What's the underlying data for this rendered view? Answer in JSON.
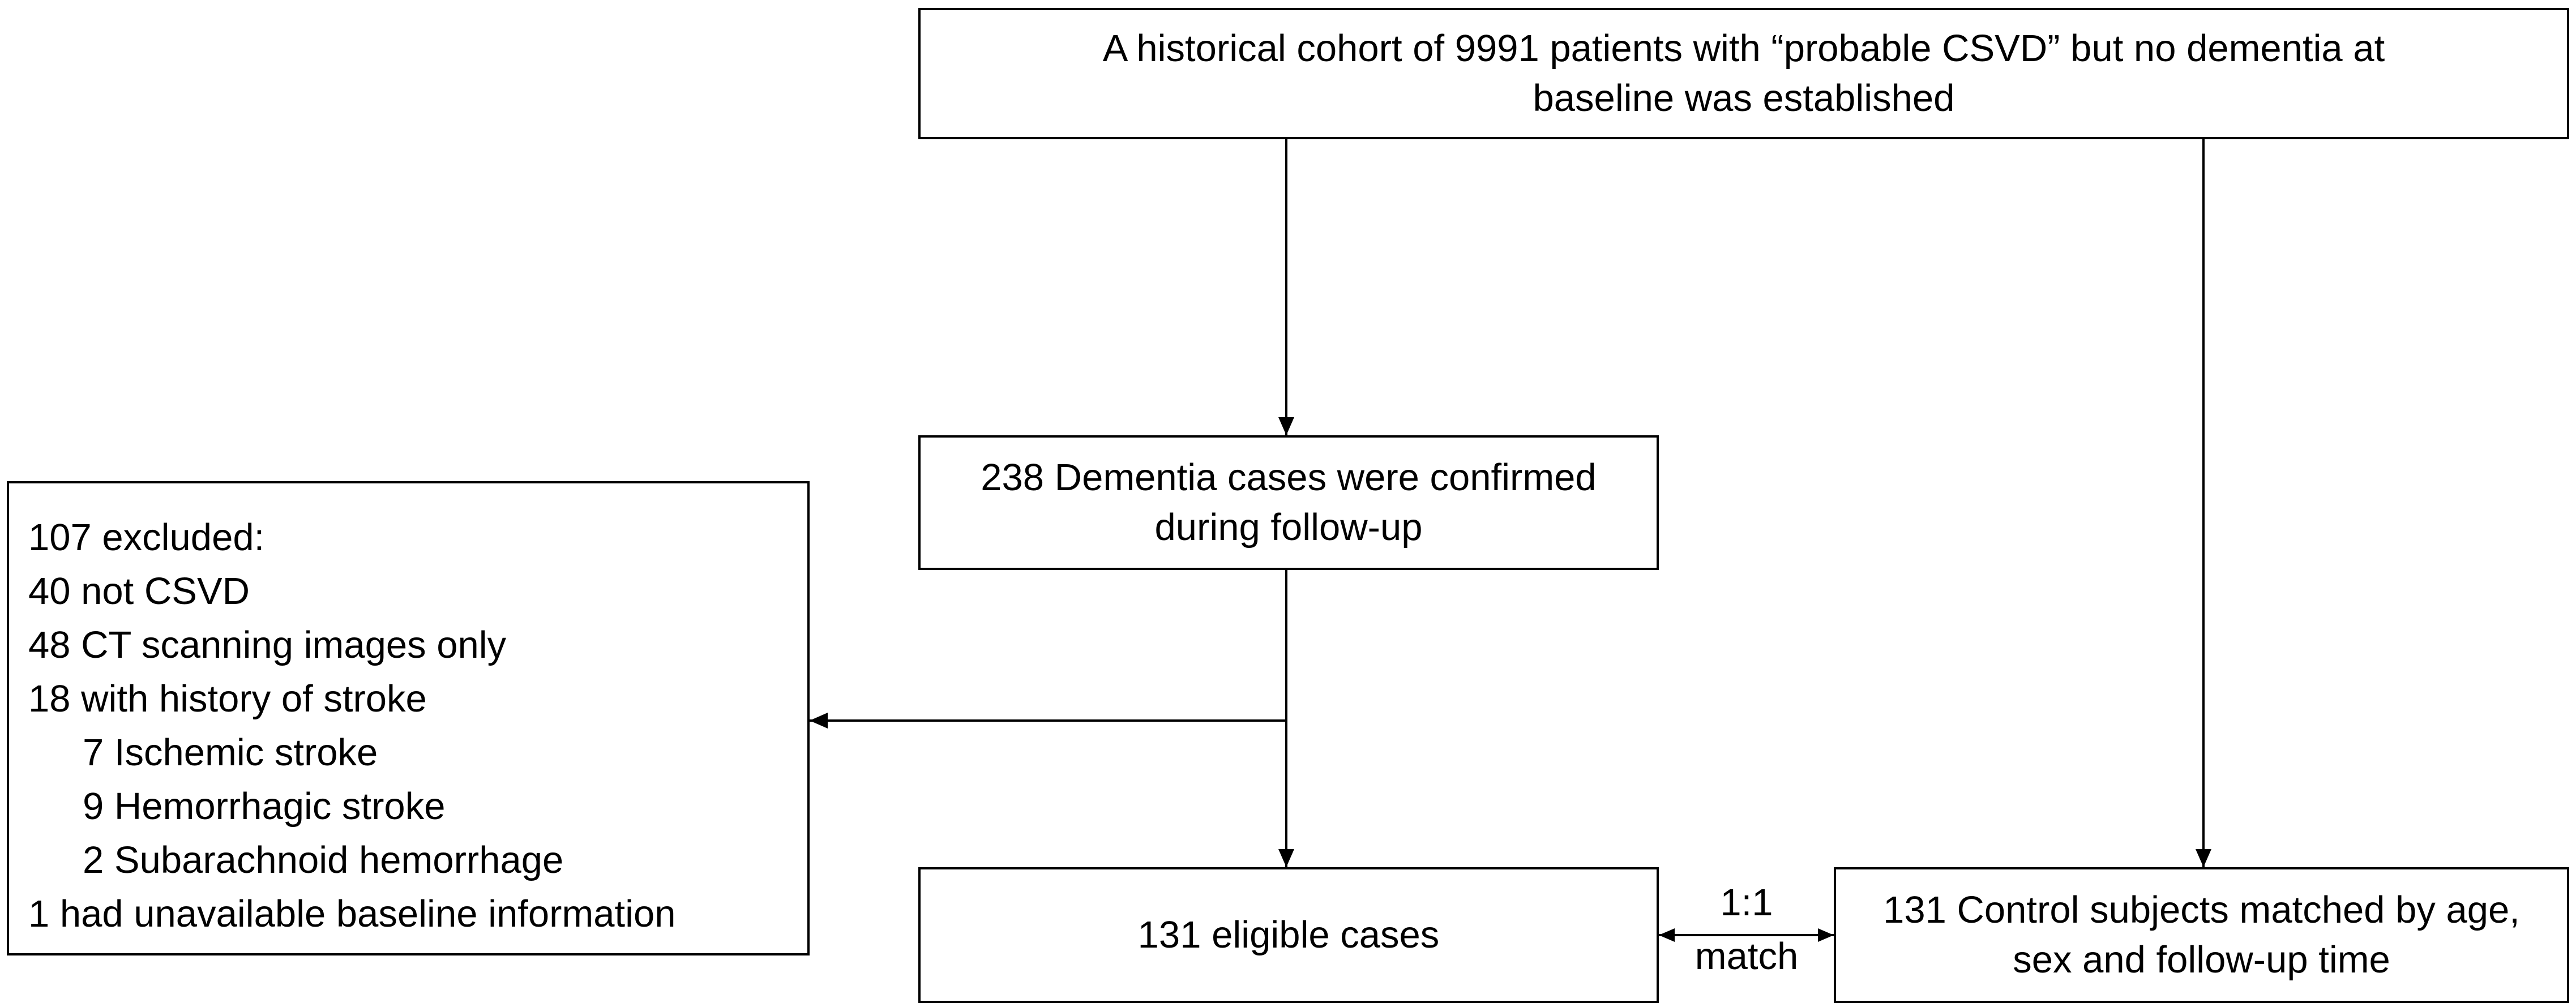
{
  "nodes": {
    "cohort": {
      "line1": "A historical cohort of 9991 patients with “probable CSVD” but no dementia at",
      "line2": "baseline was established"
    },
    "dementia": {
      "line1": "238 Dementia cases were confirmed",
      "line2": "during  follow-up"
    },
    "excluded": {
      "title": "107 excluded:",
      "items": [
        "40 not CSVD",
        "48 CT scanning images only",
        "18 with history of stroke",
        "7 Ischemic stroke",
        "9 Hemorrhagic stroke",
        "2 Subarachnoid  hemorrhage",
        "1  had unavailable baseline information"
      ]
    },
    "eligible": {
      "label": "131 eligible cases"
    },
    "controls": {
      "line1": "131 Control subjects matched by age,",
      "line2": "sex and follow-up time"
    }
  },
  "edges": {
    "match": {
      "ratio": "1:1",
      "word": "match"
    }
  },
  "colors": {
    "stroke": "#000000",
    "background": "#ffffff",
    "text": "#000000"
  }
}
